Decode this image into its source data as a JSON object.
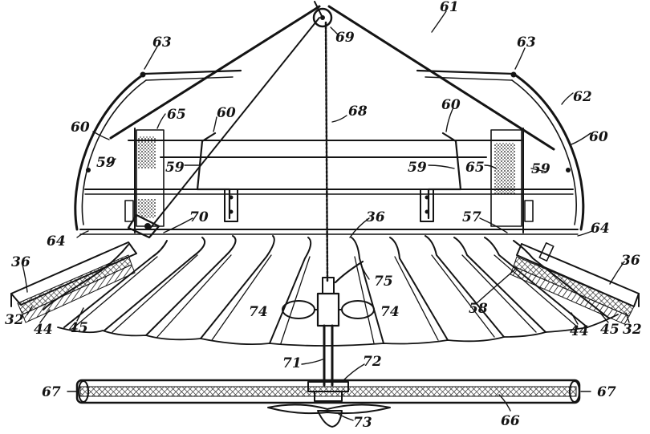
{
  "figure": {
    "labels": [
      {
        "id": "l61",
        "text": "61"
      },
      {
        "id": "l69",
        "text": "69"
      },
      {
        "id": "l63a",
        "text": "63"
      },
      {
        "id": "l63b",
        "text": "63"
      },
      {
        "id": "l62",
        "text": "62"
      },
      {
        "id": "l65a",
        "text": "65"
      },
      {
        "id": "l60a",
        "text": "60"
      },
      {
        "id": "l68",
        "text": "68"
      },
      {
        "id": "l60b",
        "text": "60"
      },
      {
        "id": "l60c",
        "text": "60"
      },
      {
        "id": "l60d",
        "text": "60"
      },
      {
        "id": "l59a",
        "text": "59"
      },
      {
        "id": "l59b",
        "text": "59"
      },
      {
        "id": "l59c",
        "text": "59"
      },
      {
        "id": "l65b",
        "text": "65"
      },
      {
        "id": "l59d",
        "text": "59"
      },
      {
        "id": "l70",
        "text": "70"
      },
      {
        "id": "l36a",
        "text": "36"
      },
      {
        "id": "l57",
        "text": "57"
      },
      {
        "id": "l64a",
        "text": "64"
      },
      {
        "id": "l64b",
        "text": "64"
      },
      {
        "id": "l36b",
        "text": "36"
      },
      {
        "id": "l36c",
        "text": "36"
      },
      {
        "id": "l75",
        "text": "75"
      },
      {
        "id": "l58",
        "text": "58"
      },
      {
        "id": "l74a",
        "text": "74"
      },
      {
        "id": "l74b",
        "text": "74"
      },
      {
        "id": "l32a",
        "text": "32"
      },
      {
        "id": "l44a",
        "text": "44"
      },
      {
        "id": "l45a",
        "text": "45"
      },
      {
        "id": "l44b",
        "text": "44"
      },
      {
        "id": "l45b",
        "text": "45"
      },
      {
        "id": "l32b",
        "text": "32"
      },
      {
        "id": "l71",
        "text": "71"
      },
      {
        "id": "l72",
        "text": "72"
      },
      {
        "id": "l67a",
        "text": "67"
      },
      {
        "id": "l67b",
        "text": "67"
      },
      {
        "id": "l66",
        "text": "66"
      },
      {
        "id": "l73",
        "text": "73"
      }
    ]
  }
}
